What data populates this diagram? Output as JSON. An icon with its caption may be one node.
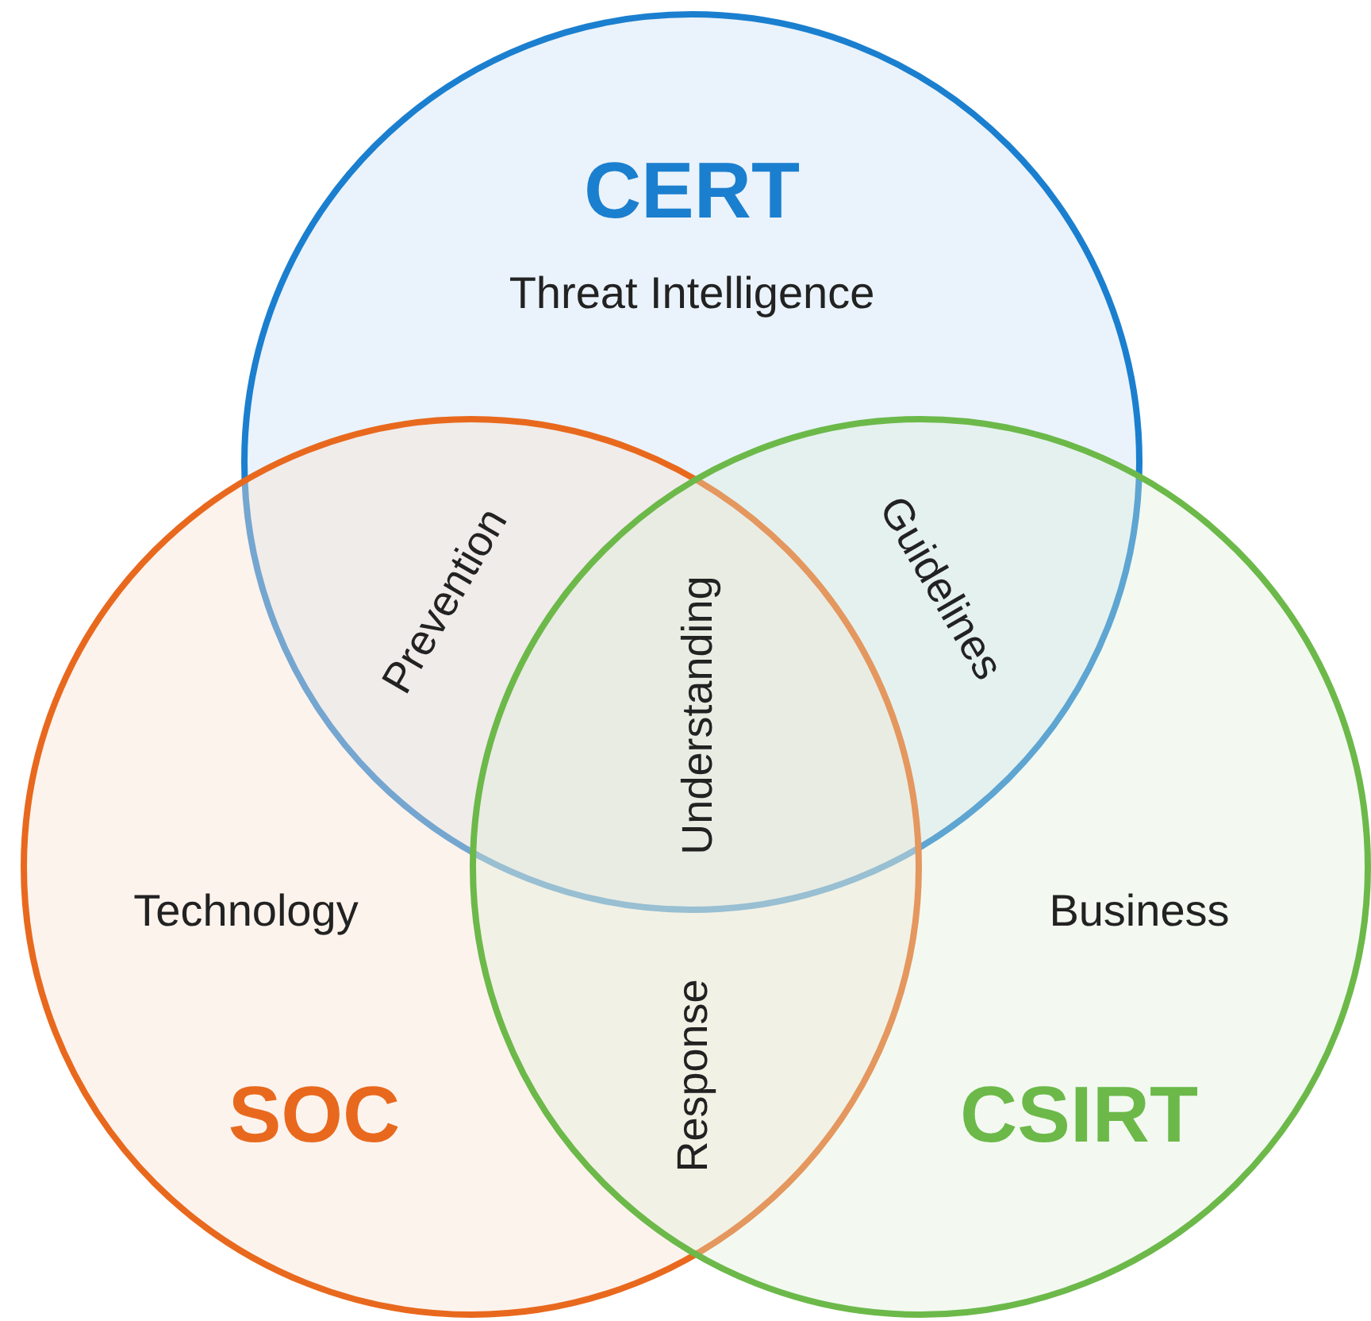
{
  "diagram": {
    "nodes": [
      {
        "text": [
          "CERT",
          "Threat Intelligence"
        ]
      },
      {
        "text": [
          "Technology",
          "SOC"
        ]
      },
      {
        "text": [
          "Business",
          "CSIRT"
        ]
      }
    ],
    "labels": [
      "Prevention",
      "Guidelines",
      "Understanding",
      "Response"
    ]
  }
}
